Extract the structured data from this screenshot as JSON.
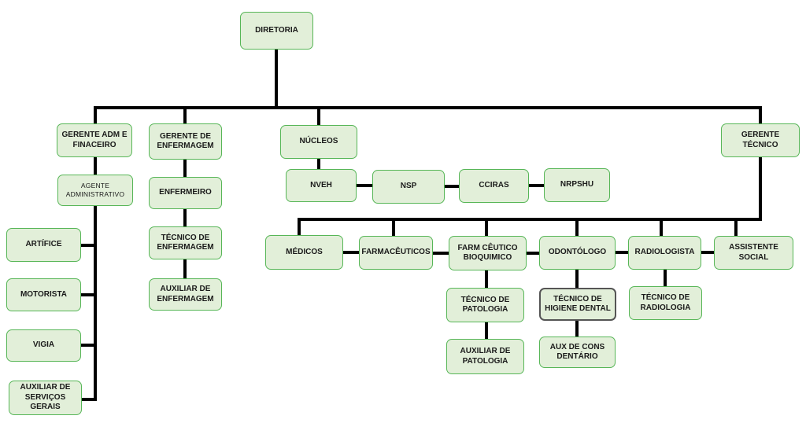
{
  "nodes": {
    "diretoria": "DIRETORIA",
    "gerente_adm": "GERENTE ADM E FINACEIRO",
    "agente_adm": "AGENTE ADMINISTRATIVO",
    "artifice": "ARTÍFICE",
    "motorista": "MOTORISTA",
    "vigia": "VIGIA",
    "auxiliar_servicos": "AUXILIAR DE SERVIÇOS GERAIS",
    "gerente_enfermagem": "GERENTE DE ENFERMAGEM",
    "enfermeiro": "ENFERMEIRO",
    "tecnico_enfermagem": "TÉCNICO DE ENFERMAGEM",
    "auxiliar_enfermagem": "AUXILIAR DE ENFERMAGEM",
    "nucleos": "NÚCLEOS",
    "nveh": "NVEH",
    "nsp": "NSP",
    "cciras": "CCIRAS",
    "nrpshu": "NRPSHU",
    "gerente_tecnico": "GERENTE TÉCNICO",
    "medicos": "MÉDICOS",
    "farmaceuticos": "FARMACÊUTICOS",
    "farm_bioquimico": "FARM CÊUTICO BIOQUIMICO",
    "odontologo": "ODONTÓLOGO",
    "radiologista": "RADIOLOGISTA",
    "assistente_social": "ASSISTENTE SOCIAL",
    "tecnico_patologia": "TÉCNICO DE PATOLOGIA",
    "auxiliar_patologia": "AUXILIAR DE PATOLOGIA",
    "tecnico_higiene": "TÉCNICO DE HIGIENE DENTAL",
    "aux_cons_dentario": "AUX DE CONS DENTÁRIO",
    "tecnico_radiologia": "TÉCNICO DE RADIOLOGIA"
  },
  "colors": {
    "box_fill": "#e2efd9",
    "box_border": "#57b657",
    "highlight_border": "#555555",
    "connector": "#000000"
  }
}
